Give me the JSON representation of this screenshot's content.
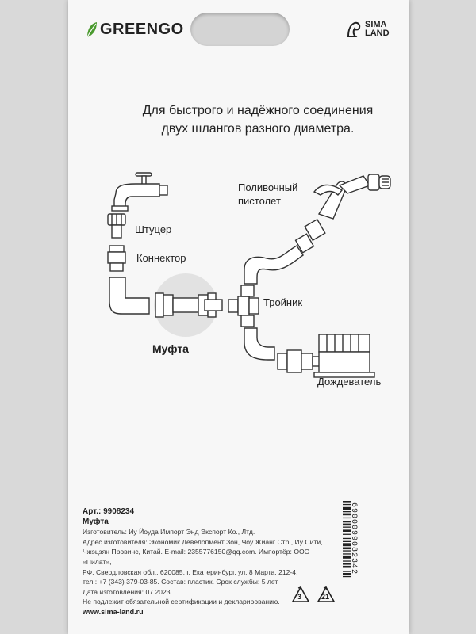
{
  "brand": {
    "name": "GREENGO",
    "leaf_color": "#4a9a2e"
  },
  "vendor": {
    "line1": "SIMA",
    "line2": "LAND"
  },
  "lead": {
    "line1": "Для быстрого и надёжного соединения",
    "line2": "двух шлангов разного диаметра."
  },
  "diagram": {
    "labels": {
      "shtutser": "Штуцер",
      "konnektor": "Коннектор",
      "mufta": "Муфта",
      "pistolet_line1": "Поливочный",
      "pistolet_line2": "пистолет",
      "troynik": "Тройник",
      "dozhdevatel": "Дождеватель"
    }
  },
  "info": {
    "art": "Арт.: 9908234",
    "name": "Муфта",
    "lines": [
      "Изготовитель: Иу Йоуда Импорт Энд Экспорт Ко., Лтд.",
      "Адрес изготовителя: Экономик Девелопмент Зон, Чоу Жианг Стр., Иу Сити,",
      "Чжэцзян Провинс, Китай. E-mail: 2355776150@qq.com. Импортёр: ООО «Пилат»,",
      "РФ, Свердловская обл., 620085, г. Екатеринбург, ул. 8 Марта, 212-4,",
      "тел.: +7 (343) 379-03-85. Состав: пластик. Срок службы: 5 лет.",
      "Дата изготовления: 07.2023.",
      "Не подлежит обязательной сертификации и декларированию."
    ],
    "url": "www.sima-land.ru"
  },
  "barcode": {
    "digits": "6900099082342"
  },
  "recycle": {
    "left_code": "3",
    "right_code": "21"
  }
}
